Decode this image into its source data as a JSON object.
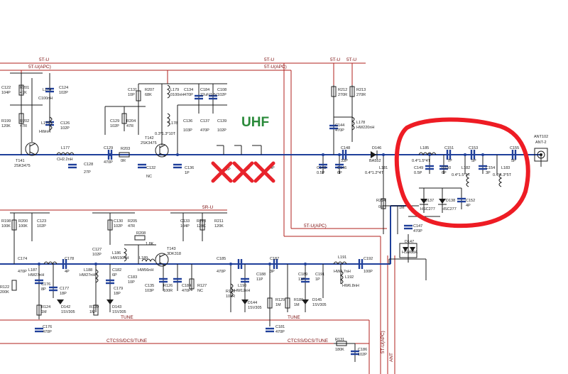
{
  "heading": "UHF",
  "nets": {
    "st_u_1": "5T-U",
    "st_u_apc_1": "5T-U(APC)",
    "st_u_2": "5T-U",
    "st_u_apc_2": "5T-U(APC)",
    "st_u_3": "5T-U",
    "st_u_4": "5T-U",
    "sr_u": "5R-U",
    "st_u_apc_3": "5T-U(APC)",
    "st_u_apc_vertical": "5T-U(APC)",
    "tune_1": "TUNE",
    "tune_2": "TUNE",
    "ctcss_1": "CTCSS/DCS/TUNE",
    "ctcss_2": "CTCSS/DCS/TUNE",
    "ant": "ANT"
  },
  "connector": {
    "ref": "ANT102",
    "name": "ANT-2"
  },
  "components": {
    "c122": "C122",
    "c122v": "104P",
    "r201": "R201",
    "r201v": "47K",
    "l174": "L174",
    "l174v": "C100nH",
    "c124": "C124",
    "c124v": "102P",
    "r199": "R199",
    "r199v": "120K",
    "r202": "R202",
    "r202v": "47R",
    "l176": "L176",
    "l176v": "HWnH",
    "c126": "C126",
    "c126v": "102P",
    "q141": "T141",
    "q141v": "2SK3475",
    "l177": "L177",
    "l177v": "CH2.2nH",
    "c128": "C128",
    "c128v": "27P",
    "c129": "C129",
    "c129v": "470P",
    "r203": "R203",
    "r203v": "0R",
    "c131": "C131",
    "c131v": "10P",
    "r207": "R207",
    "r207v": "68K",
    "l179": "L179",
    "l179v": "0100nH",
    "c134": "C134",
    "c134v": "470P",
    "c184": "C184",
    "c184v": "22uF/10V",
    "c108": "C108",
    "c108v": "102P",
    "c129b": "C129",
    "c129bv": "102P",
    "r204": "R204",
    "r204v": "47R",
    "l178": "L178",
    "l178v": "0.3*1.3*10T",
    "c136": "C136",
    "c136v": "103P",
    "c137": "C137",
    "c137v": "470P",
    "c139": "C139",
    "c139v": "102P",
    "q142": "T142",
    "q142v": "2SK3475",
    "c132": "C132",
    "c132v": "NC",
    "c136b": "C136",
    "c136bv": "1P",
    "x_cap1": "1P",
    "x_cap2": "1P",
    "x_cap3": "4P",
    "r212": "R212",
    "r212v": "270R",
    "r213": "R213",
    "r213v": "270R",
    "c144": "C144",
    "c144v": "470P",
    "l178b": "L178",
    "l178bv": "HW220nH",
    "c143": "C143",
    "c143v": "0.5P",
    "c146": "C146",
    "c146v": "6P",
    "c148": "C148",
    "c148v": "33P",
    "d146": "D146",
    "d146v": "BA552",
    "l181": "L181",
    "l181v": "0.4*1.2*4T",
    "l185": "L185",
    "l185v": "0.4*1.5*4T",
    "c151": "C151",
    "c151v": "7P",
    "c153": "C153",
    "c153v": "5P",
    "c155": "C155",
    "c155v": "5P",
    "c149": "C149",
    "c149v": "0.5P",
    "c150": "C150",
    "c150v": "6P",
    "l182": "L182",
    "l182v": "0.4*1.5*5T",
    "c154": "C154",
    "c154v": "3P",
    "l183": "L183",
    "l183v": "0.4*1.3*5T",
    "d137": "D137",
    "d137v": "HSC277",
    "d138": "D138",
    "d138v": "HSC277",
    "c152": "C152",
    "c152v": "4P",
    "r214": "R214",
    "r214v": "0R",
    "l1m": "1M",
    "c147": "C147",
    "c147v": "470P",
    "d147": "D147",
    "d147v": "HSM88A",
    "r198": "R198",
    "r198v": "100K",
    "r200": "R200",
    "r200v": "100K",
    "c123": "C123",
    "c123v": "102P",
    "c130": "C130",
    "c130v": "102P",
    "r205": "R205",
    "r205v": "47R",
    "c133": "C133",
    "c133v": "104P",
    "r210": "R210",
    "r210v": "120K",
    "r211": "R211",
    "r211v": "120K",
    "c127": "C127",
    "c127v": "102P",
    "l186": "L186",
    "l186v": "HW150nH",
    "r208": "R208",
    "r208v": "1.8K",
    "l189": "L189",
    "l189v": "HW56nH",
    "q143": "T143",
    "q143v": "3DK318",
    "c174": "C174",
    "c174v": "470P",
    "l187": "L187",
    "l187v": "HW27nH",
    "c178": "C178",
    "c178v": "4P",
    "l188": "L188",
    "l188v": "HW27nH",
    "c182": "C182",
    "c182v": "6P",
    "c183": "C183",
    "c183v": "10P",
    "c135": "C135",
    "c135v": "103P",
    "r126": "R126",
    "r126v": "100R",
    "c184b": "C184",
    "c184bv": "470P",
    "r127": "R127",
    "r127v": "NC",
    "c185": "C185",
    "c185v": "470P",
    "c187": "C187",
    "c187v": "3P",
    "c188": "C188",
    "c188v": "11P",
    "l190": "L190",
    "l190v": "HW12nH",
    "c189": "C189",
    "c189v": "11P",
    "c191": "C191",
    "c191v": "1P",
    "l191": "L191",
    "l191v": "HW4.7nH",
    "l192": "L192",
    "l192v": "HW6.8nH",
    "c192": "C192",
    "c192v": "100P",
    "r122": "R122",
    "r122v": "200K",
    "c176": "C176",
    "c176v": "8P",
    "c177": "C177",
    "c177v": "18P",
    "c179": "C179",
    "c179v": "18P",
    "r124": "R124",
    "r124v": "1M",
    "d142": "D142",
    "d142v": "1SV305",
    "r130": "R130",
    "r130v": "1M",
    "d143": "D143",
    "d143v": "1SV305",
    "r128": "R128",
    "r128v": "100R",
    "d144": "D144",
    "d144v": "1SV305",
    "r129": "R129",
    "r129v": "1M",
    "r180": "R180",
    "r180v": "1M",
    "d145": "D145",
    "d145v": "1SV305",
    "c176b": "C176",
    "c176bv": "470P",
    "c181": "C181",
    "c181v": "470P",
    "r131": "R131",
    "r131v": "180K",
    "c186": "C186",
    "c186v": "102P"
  }
}
